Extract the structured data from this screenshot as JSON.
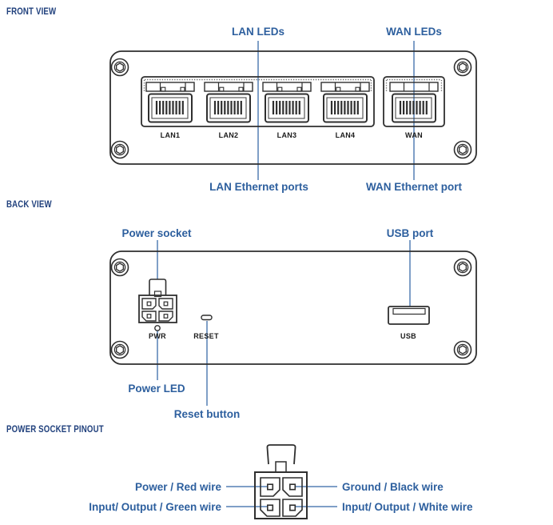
{
  "colors": {
    "outline": "#2f2f2f",
    "leader_line": "#7f9fc7",
    "callout_blue": "#2d5f9e",
    "header_navy": "#21417d"
  },
  "front_view": {
    "section_title": "FRONT VIEW",
    "callouts": {
      "lan_leds": "LAN LEDs",
      "wan_leds": "WAN LEDs",
      "lan_ethernet_ports": "LAN Ethernet ports",
      "wan_ethernet_port": "WAN Ethernet port"
    },
    "port_labels": [
      "LAN1",
      "LAN2",
      "LAN3",
      "LAN4",
      "WAN"
    ]
  },
  "back_view": {
    "section_title": "BACK VIEW",
    "callouts": {
      "power_socket": "Power socket",
      "usb_port": "USB port",
      "power_led": "Power LED",
      "reset_button": "Reset button"
    },
    "port_labels": {
      "pwr": "PWR",
      "reset": "RESET",
      "usb": "USB"
    }
  },
  "pinout": {
    "section_title": "POWER SOCKET PINOUT",
    "pin_labels": {
      "top_left": "Power / Red wire",
      "top_right": "Ground / Black wire",
      "bottom_left": "Input/ Output / Green wire",
      "bottom_right": "Input/ Output / White wire"
    }
  }
}
